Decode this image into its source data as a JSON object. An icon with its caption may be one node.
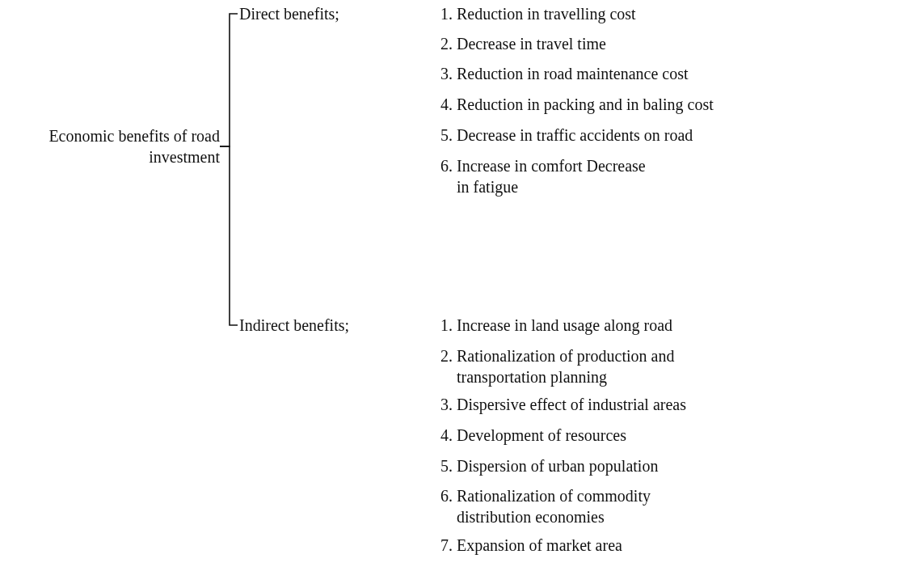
{
  "diagram": {
    "nodes": [
      {
        "text": [
          "Economic benefits of road investment"
        ]
      },
      {
        "text": [
          "Direct benefits;"
        ]
      },
      {
        "text": [
          "Indirect benefits;"
        ]
      }
    ],
    "edges": [
      {
        "from": 0,
        "to": 1,
        "arrow": "none"
      },
      {
        "from": 0,
        "to": 2,
        "arrow": "none"
      }
    ],
    "labels": [
      "1. Reduction in travelling cost",
      "2. Decrease in travel time",
      "3. Reduction in road maintenance cost",
      "4. Reduction in packing and in baling cost",
      "5. Decrease in traffic accidents on road",
      "6. Increase in comfort Decrease in fatigue",
      "1. Increase in land usage along road",
      "2. Rationalization of production and transportation planning",
      "3. Dispersive effect of industrial areas",
      "4. Development of resources",
      "5. Dispersion of urban population",
      "6. Rationalization of commodity distribution economies",
      "7. Expansion of market area"
    ]
  }
}
